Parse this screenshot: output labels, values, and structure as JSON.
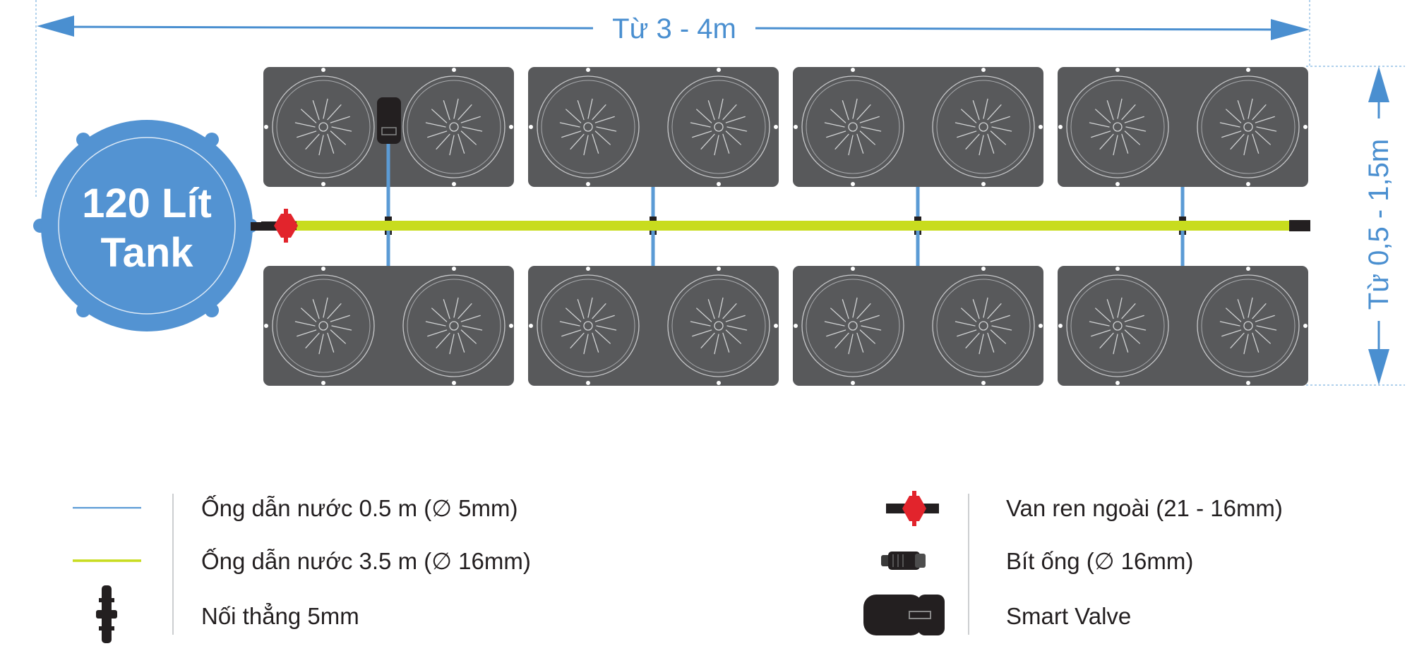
{
  "dimensions": {
    "width_label": "Từ 3 - 4m",
    "height_label": "Từ 0,5 - 1,5m"
  },
  "tank": {
    "capacity": "120 Lít",
    "label": "Tank"
  },
  "layout": {
    "planter_rows": 2,
    "planters_per_row": 4,
    "pots_per_planter": 2
  },
  "colors": {
    "thin_tube": "#5b9bd5",
    "main_tube": "#c8dc1e",
    "valve": "#e2242c",
    "planter": "#58595b",
    "tank": "#5393d2",
    "dimension": "#4a8fd0"
  },
  "legend": {
    "left": [
      {
        "icon": "thin-blue-line",
        "text": "Ống dẫn nước 0.5 m (∅ 5mm)"
      },
      {
        "icon": "thick-yellow-line",
        "text": "Ống dẫn nước 3.5 m (∅ 16mm)"
      },
      {
        "icon": "straight-connector",
        "text": "Nối thẳng 5mm"
      }
    ],
    "right": [
      {
        "icon": "red-valve",
        "text": "Van ren ngoài (21 - 16mm)"
      },
      {
        "icon": "end-plug",
        "text": "Bít ống (∅ 16mm)"
      },
      {
        "icon": "smart-valve",
        "text": "Smart Valve"
      }
    ]
  }
}
